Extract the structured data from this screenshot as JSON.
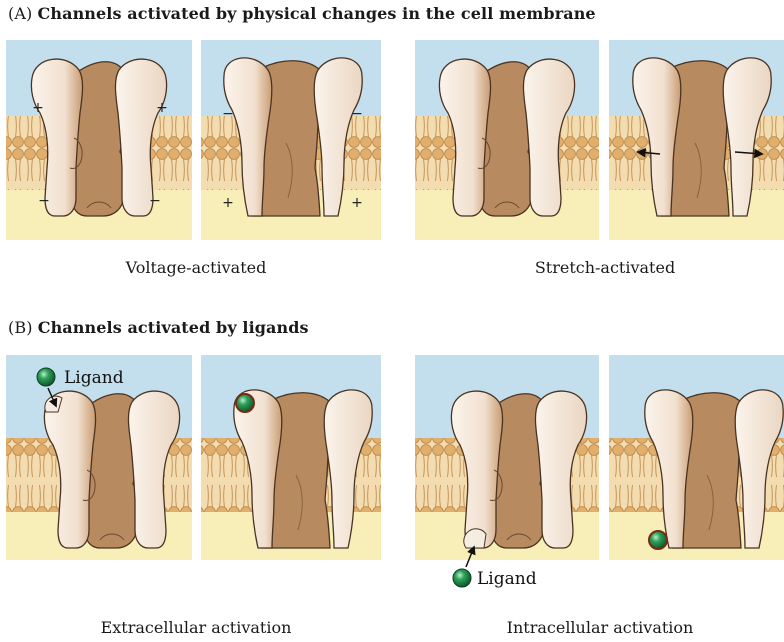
{
  "section_a": {
    "tag": "(A)",
    "title": "Channels activated by physical changes in the cell membrane",
    "captions": [
      "Voltage-activated",
      "Stretch-activated"
    ]
  },
  "section_b": {
    "tag": "(B)",
    "title": "Channels activated by ligands",
    "captions": [
      "Extracellular activation",
      "Intracellular activation"
    ],
    "ligand_label": "Ligand"
  },
  "charges": {
    "closed_top": "+",
    "closed_bottom": "−",
    "open_top": "−",
    "open_bottom": "+"
  },
  "colors": {
    "extracellular": "#c3dfee",
    "intracellular": "#f7efb7",
    "lipid": "#e6b879",
    "protein_light": "#f7eadb",
    "protein_dark": "#b98c61",
    "ligand": "#1f8a45"
  }
}
